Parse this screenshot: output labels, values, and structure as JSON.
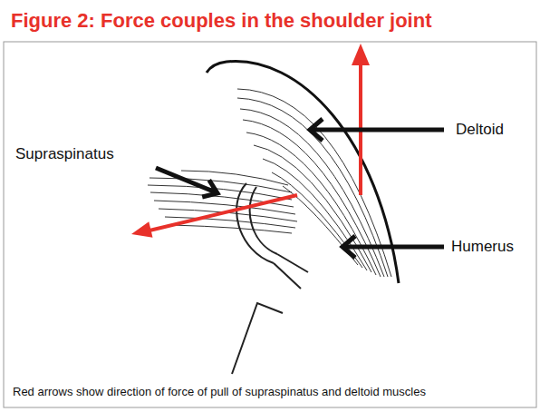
{
  "diagram": {
    "title": "Figure 2: Force couples in the shoulder joint",
    "caption": "Red arrows show direction of force of pull of supraspinatus and deltoid muscles",
    "labels": [
      "Supraspinatus",
      "Deltoid",
      "Humerus"
    ]
  }
}
